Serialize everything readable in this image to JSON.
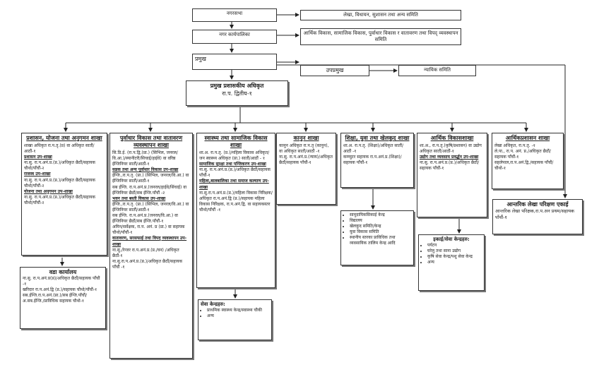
{
  "top": {
    "nagarsabha": "नगरसभा",
    "nagarsabha_committee": "लेखा, विधायन, सुशासन तथा अन्य समिति",
    "karyapalika": "नगर कार्यपालिका",
    "karyapalika_committee": "आर्थिक विकास, सामाजिक विकास, पुर्वाधार विकास र वातावरण तथा विपद् व्यवस्थापन समिति",
    "pramukh": "प्रमुख",
    "upapramukh": "उपप्रमुख",
    "nyayik": "न्यायिक समिति",
    "cao_title": "प्रमुख प्रशासकीय अधिकृत",
    "cao_level": "रा.प. द्वितीय-१"
  },
  "branches": [
    {
      "title": "प्रशासन, योजना तथा अनुगमन शाखा",
      "lines": [
        {
          "t": "शाखा अधिकृत रा.प.तृ.(प्र) वा अधिकृत सातौं/आठौं-१"
        },
        {
          "t": "प्रशासन उप-शाखा",
          "sub": true
        },
        {
          "t": "ना.सु. रा.प.अनं.प्र.(प्र.)/अधिकृत छैठौं/सहायक चौथो/पाँचौं-२"
        },
        {
          "t": "राजस्व उप-शाखा",
          "sub": true
        },
        {
          "t": "ना.सु. रा.प.अनं.प्र.(प्र.)/अधिकृत छैठौं/सहायक चौथो/पाँचौं-२"
        },
        {
          "t": "योजना तथा अनुगमन उप-शाखा",
          "sub": true
        },
        {
          "t": "ना.सु. रा.प.अनं.प्र.(प्र.)/अधिकृत छैठौं/सहायक चौथो/पाँचौं-२"
        }
      ]
    },
    {
      "title": "पुर्वाधार विकास तथा वातावरण व्यवस्थापन शाखा",
      "lines": [
        {
          "t": "सि.डि.ई. (रा.प.द्वि.(प्रा.) (सिभिल, जनरल/वि.आ.)/स्यानीटरी/सिचाई/हाईवे) वा वरिष्ठ ईन्जिनियर सातौं/आठौं-१"
        },
        {
          "t": "सडक तथा अन्य पूर्वाधार विकास उप-शाखा",
          "sub": true
        },
        {
          "t": "ईन्जि.,रा.प.तृ. (प्रा.) (सिभिल, जनरल/वि.आ.) वा ईन्जिनियर सातौं/आठौं-१"
        },
        {
          "t": "सब ईन्जि. रा.प.अनं.प्र.(जनरल/हाईवे/सिंचाई) वा ईन्जिनियर छैठौं/सब ईन्जि.पाँचौं -२"
        },
        {
          "t": "भवन तथा बस्ती विकास उप-शाखा",
          "sub": true
        },
        {
          "t": "ईन्जि.,रा.प.तृ. (प्रा.) (सिभिल, जनरल/वि.आ.) वा ईन्जिनियर सातौं/आठौं-१"
        },
        {
          "t": "सब ईन्जि. रा.प.अनं.प्र.(जनरल/वि.आ.) वा ईन्जिनियर छैठौं/सब ईन्जि.पाँचौं-१"
        },
        {
          "t": "अमिन/सर्वेक्षक, रा.प. अनं. प्र (प्रा.) वा सहायक चौथो/पाँचौं-१"
        },
        {
          "t": "वातावरण, सरसफाई तथा विपद् व्यवस्थापन उप-शाखा",
          "sub": true
        },
        {
          "t": "ना.सु./रेन्जर रा.प.अनं.प्र.(प्र./वन) /अधिकृत छैठौं-१"
        },
        {
          "t": "ना.सु.रा.प.अनं.प्र.(प्र.)/अधिकृत छैठौं/सहायक पाँचौं -१"
        }
      ]
    },
    {
      "title": "स्वास्थ्य तथा सामाजिक विकास शाखा",
      "lines": [
        {
          "t": "शा.अ. रा.प.तृ. (प्र.)/महिला विकास अधिकृत/जन स्वास्थ्य अधिकृत (प्रा.) सातौं/आठौं - १"
        },
        {
          "t": "सामाजिक सुरक्षा तथा पन्जिकरण उप-शाखा",
          "sub": true
        },
        {
          "t": "ना.सु. रा.प.अनं.प्र.(प्र.)/अधिकृत छैठौं/सहायक पाँचौं-१"
        },
        {
          "t": "महिला,बालबालिका तथा समाज कल्याण उप-शाखा",
          "sub": true
        },
        {
          "t": "ना.सु.रा.प.अनं.प्र.(प्र.)/महिला विकास निरिक्षक/अधिकृत रा.प.अनं.द्वि (प्र.)/सहायक महिला विकास निरिक्षक, रा.प.अनं.द्वि. वा सहायकस्तर चौथो/पाँचौं -१"
        }
      ]
    },
    {
      "title": "कानुन शाखा",
      "lines": [
        {
          "t": "कानुन अधिकृत रा.प.तृ (कानुन), वा अधिकृत सातौं/आठौं -१"
        },
        {
          "t": "ना.सु. रा.प.अनं.प्र.(न्याय)/अधिकृत छैठौं/सहायक पाँचौं-१"
        }
      ]
    },
    {
      "title": "शिक्षा, युवा तथा खेलकुद शाखा",
      "lines": [
        {
          "t": "शा.अ. रा.प.तृ. (शिक्षा)/अधिकृत सातौं/आठौं -१"
        },
        {
          "t": "कम्प्युटर सहायक रा.प.अनं.प्र.(शिक्षा)/सहायक पाँचौं-१"
        }
      ]
    },
    {
      "title": "आर्थिक विकासशाखा",
      "lines": [
        {
          "t": "शा.अ., रा.प.तृ.(कृषि/प्रशासन) वा उद्योग अधिकृत सातौं/आठौं-१"
        },
        {
          "t": "उद्योग तथा व्यवसाय प्रवर्द्धन उप-शाखा",
          "sub": true
        },
        {
          "t": "ना.सु. रा.प.अनं.प्र.(प्र.)/अधिकृत छैठौं/सहायक पाँचौं-१"
        }
      ]
    },
    {
      "title": "आर्थिकप्रशासन शाखा",
      "lines": [
        {
          "t": "लेखा अधिकृत, रा.प.तृ. -१"
        },
        {
          "t": "ले.पा., रा.प. अनं. प्र./अधिकृत छैठौं/सहायक पाँचौं-१"
        },
        {
          "t": "सहलेपाल,रा.प.अनं.द्वि./सहायक पाँचौं/चौथो-१"
        }
      ]
    }
  ],
  "ward_office": {
    "title": "वडा कार्यालय",
    "lines": [
      "ना.सु. रा.प.अनं.प्र(प्र)/अधिकृत छैठौं/सहायक पाँचौं -१",
      "खरिदार रा.प.अनं.द्वि (प्र.)/सहायक चौथो/पाँचौं-१",
      "सब.ईन्जि.रा.प.अनं.(प्रा.)/सब ईन्जि.पाँचौं/अ.सब.ईन्जि./प्राविधिक सहायक चौथो-१"
    ]
  },
  "health_service": {
    "title": "सेवा केन्द्रहरु:",
    "items": [
      "प्राथमिक स्वास्थ्य केन्द्र/स्वास्थ्य चौकी",
      "अन्य"
    ]
  },
  "education_units": {
    "items": [
      "सामुदायिकसिकाई केन्द्र",
      "विद्यालय",
      "खेलकुद समिति/केन्द्र",
      "युवा विकास समिति",
      "स्थानीय स्तरका प्राविधिक तथा व्यवसायिक तालिम केन्द्र आदि"
    ]
  },
  "econ_units": {
    "title": "इकाई/सेवा केन्द्रहरु:",
    "items": [
      "पर्यटन",
      "घरेलु तथा साना उद्योग",
      "कृषि सेवा केन्द्र/पशु सेवा केन्द्र",
      "अन्य"
    ]
  },
  "audit_unit": {
    "title": "आन्तरिक लेखा परिक्षण एकाई",
    "body": "आन्तरिक लेखा परिक्षक,रा.प.अन प्रथम/सहायक पाँचौं-१"
  }
}
